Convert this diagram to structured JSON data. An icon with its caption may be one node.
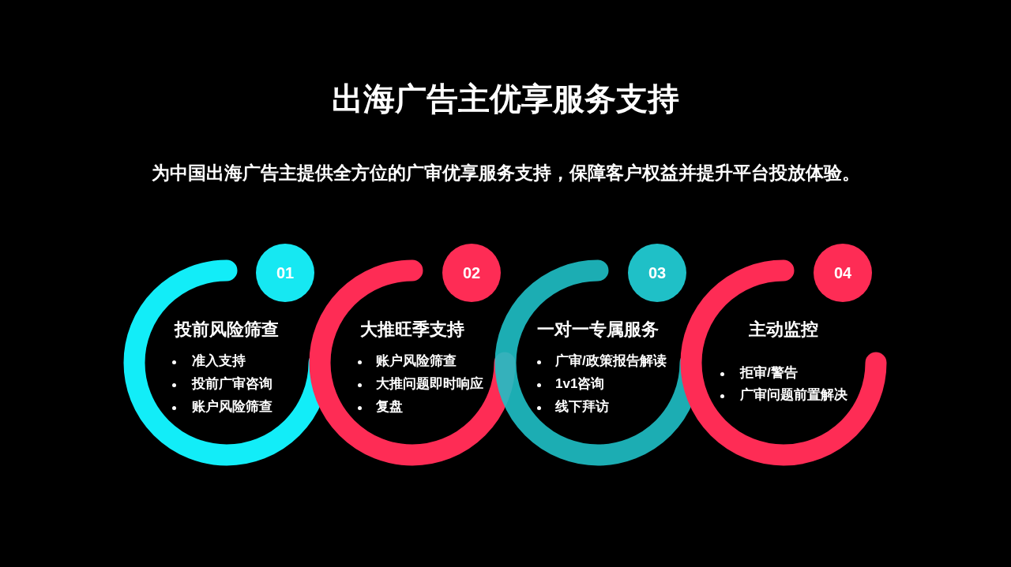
{
  "diagram": {
    "title": "出海广告主优享服务支持",
    "nodes": [
      {
        "text": [
          "01"
        ]
      },
      {
        "text": [
          "投前风险筛查",
          "准入支持",
          "投前广审咨询",
          "账户风险筛查"
        ]
      },
      {
        "text": [
          "02"
        ]
      },
      {
        "text": [
          "大推旺季支持",
          "账户风险筛查",
          "大推问题即时响应",
          "复盘"
        ]
      },
      {
        "text": [
          "03"
        ]
      },
      {
        "text": [
          "一对一专属服务",
          "广审/政策报告解读",
          "1v1咨询",
          "线下拜访"
        ]
      },
      {
        "text": [
          "04"
        ]
      },
      {
        "text": [
          "主动监控",
          "拒审/警告",
          "广审问题前置解决"
        ]
      }
    ],
    "labels": [
      "为中国出海广告主提供全方位的广审优享服务支持，保障客户权益并提升平台投放体验。"
    ]
  }
}
